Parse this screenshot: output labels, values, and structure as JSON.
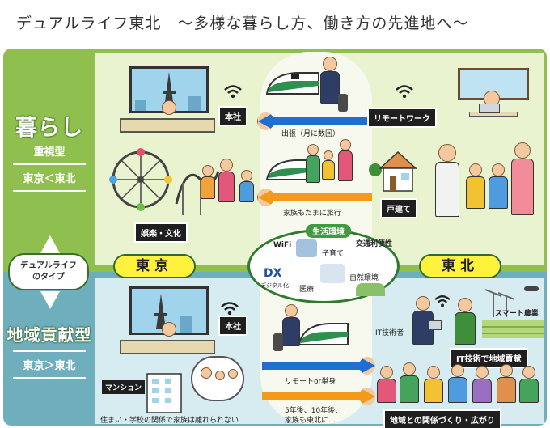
{
  "title": "デュアルライフ東北　～多様な暮らし方、働き方の先進地へ～",
  "left_panel": {
    "top_main": "暮らし",
    "top_sub": "重視型",
    "top_ratio": "東京＜東北",
    "type_label_line1": "デュアルライフ",
    "type_label_line2": "のタイプ",
    "bottom_main": "地域貢献型",
    "bottom_ratio": "東京＞東北"
  },
  "cities": {
    "tokyo": "東京",
    "tohoku": "東北"
  },
  "labels": {
    "honsha_top": "本社",
    "remote_work": "リモートワーク",
    "business_trip": "出張（月に数回）",
    "detached_house": "戸建て",
    "family_trip": "家族もたまに旅行",
    "entertainment": "娯楽・文化",
    "honsha_bottom": "本社",
    "mansion": "マンション",
    "remote_single": "リモートor単身",
    "future_line1": "5年後、10年後、",
    "future_line2": "家族も東北に…",
    "family_bound": "住まい・学校の関係で家族は離れられない",
    "it_engineer": "IT技術者",
    "smart_agri": "スマート農業",
    "it_contrib": "IT技術で地域貢献",
    "community": "地域との関係づくり・広がり"
  },
  "environment": {
    "title": "生活環境",
    "wifi": "WiFi",
    "childcare": "子育て",
    "transport": "交通利便性",
    "dx": "DX",
    "dx_sub": "デジタル化",
    "medical": "医療",
    "nature": "自然環境"
  },
  "colors": {
    "green_band": "#8fbf4f",
    "blue_band": "#6faebd",
    "yellow_label": "#fff23d",
    "arrow_blue": "#1f6fd1",
    "arrow_orange": "#f39a1a"
  }
}
